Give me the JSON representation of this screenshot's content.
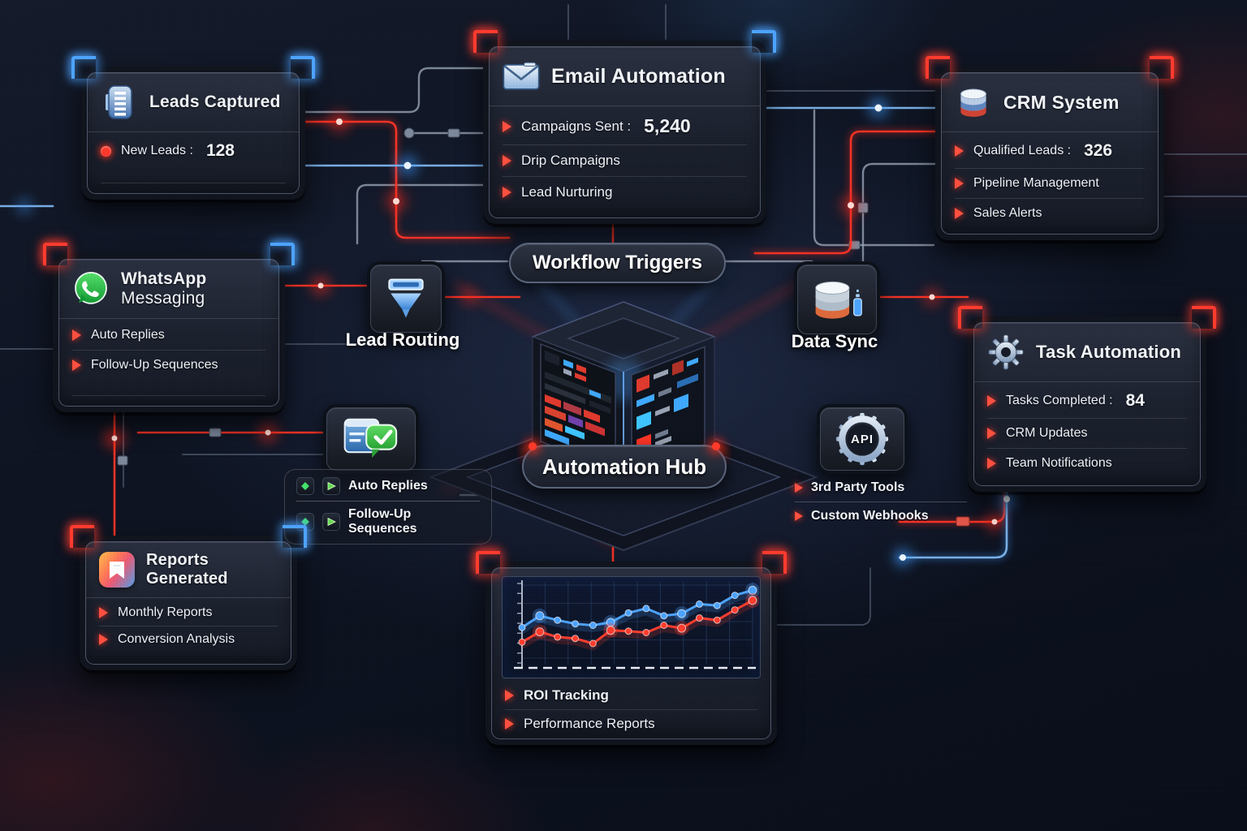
{
  "colors": {
    "accent_red": "#ff3b2e",
    "accent_blue": "#4da3ff",
    "wire_silver": "#97a2b4",
    "whatsapp_green": "#25d366",
    "panel_border": "#4d576c",
    "background": "#0e1422"
  },
  "icons": {
    "leads": "leads-notebook-icon",
    "email": "envelope-icon",
    "crm": "database-icon",
    "whatsapp": "whatsapp-icon",
    "task": "gear-icon",
    "reports": "report-gradient-icon",
    "lead_routing": "funnel-icon",
    "data_sync": "database-sync-icon",
    "chat_automation": "chat-check-icon",
    "api": "api-gear-icon",
    "bullet": "red-triangle-bullet",
    "leads_bullet": "red-dot-bullet"
  },
  "panels": {
    "leads": {
      "title": "Leads Captured",
      "items": [
        {
          "label": "New Leads :",
          "value": "128"
        }
      ]
    },
    "email": {
      "title": "Email Automation",
      "items": [
        {
          "label": "Campaigns Sent :",
          "value": "5,240"
        },
        {
          "label": "Drip Campaigns"
        },
        {
          "label": "Lead Nurturing"
        }
      ]
    },
    "crm": {
      "title": "CRM System",
      "items": [
        {
          "label": "Qualified Leads :",
          "value": "326"
        },
        {
          "label": "Pipeline Management"
        },
        {
          "label": "Sales Alerts"
        }
      ]
    },
    "whatsapp": {
      "title_bold": "WhatsApp",
      "title_rest": "Messaging",
      "items": [
        {
          "label": "Auto Replies"
        },
        {
          "label": "Follow-Up Sequences"
        }
      ]
    },
    "task": {
      "title": "Task Automation",
      "items": [
        {
          "label": "Tasks Completed :",
          "value": "84"
        },
        {
          "label": "CRM Updates"
        },
        {
          "label": "Team Notifications"
        }
      ]
    },
    "reports": {
      "title": "Reports Generated",
      "items": [
        {
          "label": "Monthly Reports"
        },
        {
          "label": "Conversion Analysis"
        }
      ]
    },
    "analytics": {
      "items": [
        {
          "label": "ROI Tracking"
        },
        {
          "label": "Performance Reports"
        }
      ]
    }
  },
  "nodes": {
    "workflow_triggers": {
      "label": "Workflow Triggers"
    },
    "automation_hub": {
      "label": "Automation Hub"
    },
    "lead_routing": {
      "label": "Lead Routing"
    },
    "data_sync": {
      "label": "Data Sync"
    },
    "chat_automation": {
      "items": [
        {
          "label": "Auto Replies"
        },
        {
          "label": "Follow-Up Sequences"
        }
      ]
    },
    "api": {
      "badge": "API",
      "items": [
        {
          "label": "3rd Party Tools"
        },
        {
          "label": "Custom Webhooks"
        }
      ]
    }
  },
  "chart_data": {
    "type": "line",
    "title": "",
    "xlabel": "",
    "ylabel": "",
    "x": [
      1,
      2,
      3,
      4,
      5,
      6,
      7,
      8,
      9,
      10,
      11,
      12,
      13,
      14
    ],
    "ylim": [
      0,
      100
    ],
    "grid": true,
    "legend": "none",
    "series": [
      {
        "name": "Performance (blue)",
        "color": "#4da3ff",
        "values": [
          42,
          58,
          52,
          47,
          45,
          49,
          62,
          68,
          58,
          61,
          74,
          72,
          86,
          93
        ]
      },
      {
        "name": "ROI (red)",
        "color": "#ff3d2e",
        "values": [
          22,
          36,
          29,
          27,
          20,
          38,
          37,
          35,
          45,
          41,
          55,
          52,
          66,
          79
        ]
      }
    ]
  }
}
